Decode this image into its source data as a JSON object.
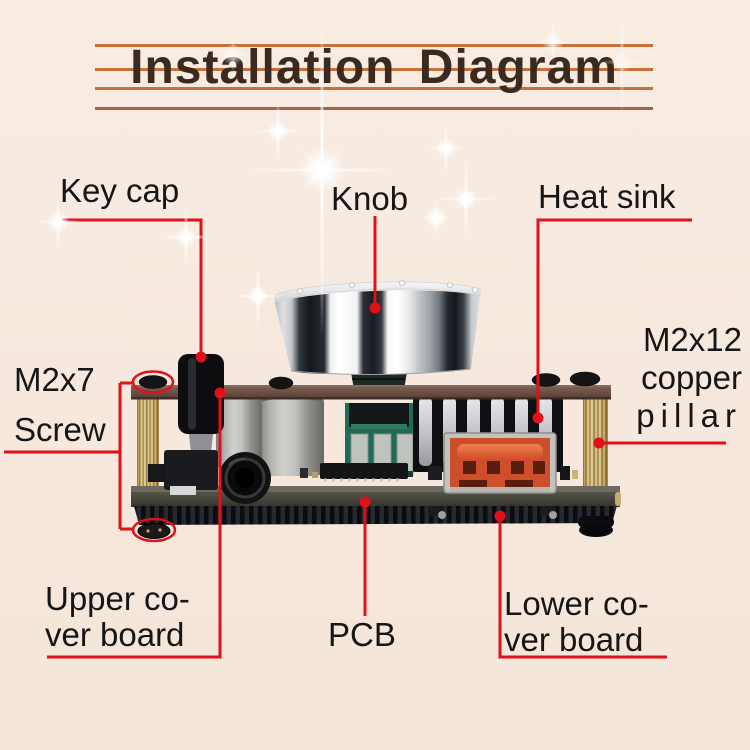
{
  "title": {
    "text": "Installation Diagram"
  },
  "callouts": {
    "key_cap": {
      "label": "Key cap"
    },
    "knob": {
      "label": "Knob"
    },
    "heat_sink": {
      "label": "Heat sink"
    },
    "m2x7_screw": {
      "line1": "M2x7",
      "line2": "Screw"
    },
    "m2x12_copper_pillar": {
      "line1": "M2x12",
      "line2": "copper",
      "line3": "pillar"
    },
    "upper_cover_board": {
      "line1": "Upper co-",
      "line2": "ver board"
    },
    "pcb": {
      "label": "PCB"
    },
    "lower_cover_board": {
      "line1": "Lower co-",
      "line2": "ver board"
    }
  },
  "colors": {
    "background": "#f6e8dd",
    "accent_red": "#e01119",
    "rule_orange": "#c8703a",
    "rule_orange_dark": "#a2653c",
    "title_text": "#3c2a1e",
    "label_text": "#161616",
    "board_brown": "#6b5044",
    "copper_gold": "#d8c284",
    "usb_orange": "#cd4e2b",
    "heatsink_silver": "#c3c5c8",
    "knob_chrome": "#eef0f1",
    "pcb_dark": "#3c3d35"
  }
}
